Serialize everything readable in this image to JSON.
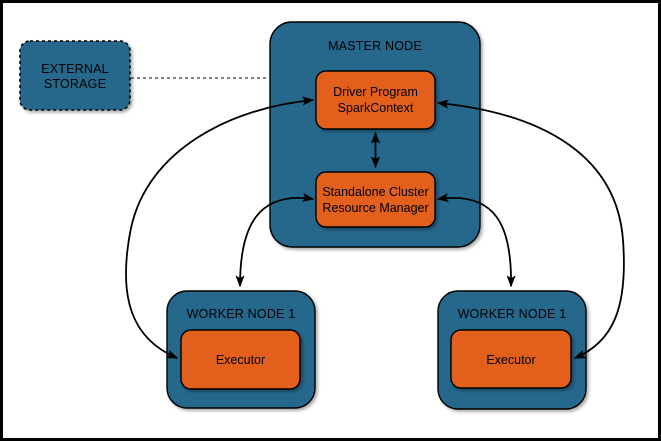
{
  "diagram": {
    "type": "cluster-architecture",
    "colors": {
      "node_fill": "#26688c",
      "inner_fill": "#e2601c",
      "shape_stroke": "#000000",
      "arrow_stroke": "#000000",
      "dashed_link": "#808080",
      "background": "#ffffff",
      "frame_border": "#000000"
    },
    "nodes": {
      "external_storage": {
        "line1": "EXTERNAL",
        "line2": "STORAGE"
      },
      "master": {
        "label": "MASTER NODE"
      },
      "driver": {
        "line1": "Driver Program",
        "line2": "SparkContext"
      },
      "resource_manager": {
        "line1": "Standalone Cluster",
        "line2": "Resource Manager"
      },
      "worker_left": {
        "label": "WORKER NODE 1"
      },
      "worker_right": {
        "label": "WORKER NODE 1"
      },
      "executor_left": {
        "label": "Executor"
      },
      "executor_right": {
        "label": "Executor"
      }
    },
    "edges": [
      {
        "from": "external_storage",
        "to": "master",
        "style": "dashed",
        "arrows": "none"
      },
      {
        "from": "driver",
        "to": "resource_manager",
        "style": "solid",
        "arrows": "both"
      },
      {
        "from": "driver",
        "to": "executor_left",
        "style": "solid",
        "arrows": "both"
      },
      {
        "from": "driver",
        "to": "executor_right",
        "style": "solid",
        "arrows": "both"
      },
      {
        "from": "resource_manager",
        "to": "worker_left",
        "style": "solid",
        "arrows": "both"
      },
      {
        "from": "resource_manager",
        "to": "worker_right",
        "style": "solid",
        "arrows": "both"
      }
    ]
  }
}
